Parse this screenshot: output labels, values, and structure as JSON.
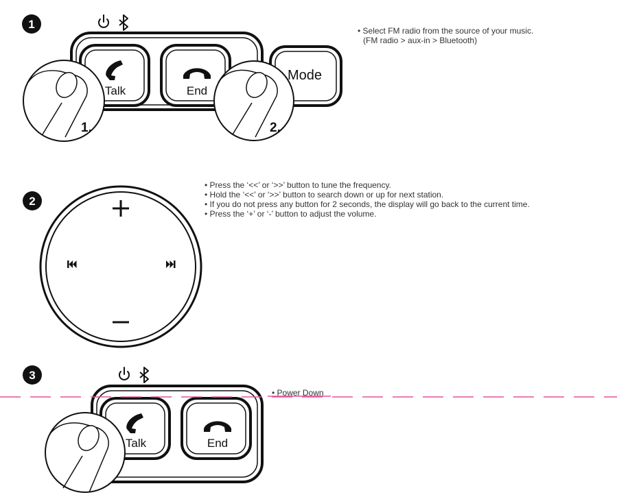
{
  "steps": [
    {
      "number": "1"
    },
    {
      "number": "2"
    },
    {
      "number": "3"
    }
  ],
  "buttons": {
    "talk": "Talk",
    "end": "End",
    "mode": "Mode",
    "volume_up": "+",
    "volume_down": "−"
  },
  "press_labels": {
    "first": "1.",
    "second": "2."
  },
  "icons": {
    "status_row": [
      "power-icon",
      "bluetooth-icon"
    ],
    "talk": "phone-handset-icon",
    "end": "phone-hangup-icon",
    "prev": "skip-previous-icon",
    "next": "skip-next-icon",
    "finger": "finger-press-icon"
  },
  "instructions": {
    "step1": [
      "• Select FM radio from the source of your music.",
      "(FM radio > aux-in > Bluetooth)"
    ],
    "step2": [
      "• Press the ‘<<’ or ‘>>’ button to tune the frequency.",
      "• Hold the ‘<<’ or ‘>>’ button to search down or up for next station.",
      "• If you do not press any button for 2 seconds, the display will go back to the current time.",
      "• Press the ‘+’ or ‘-’ button to adjust the volume."
    ],
    "step3": [
      "• Power Down"
    ]
  },
  "colors": {
    "ink": "#111111",
    "guide_line": "#e0529c"
  }
}
